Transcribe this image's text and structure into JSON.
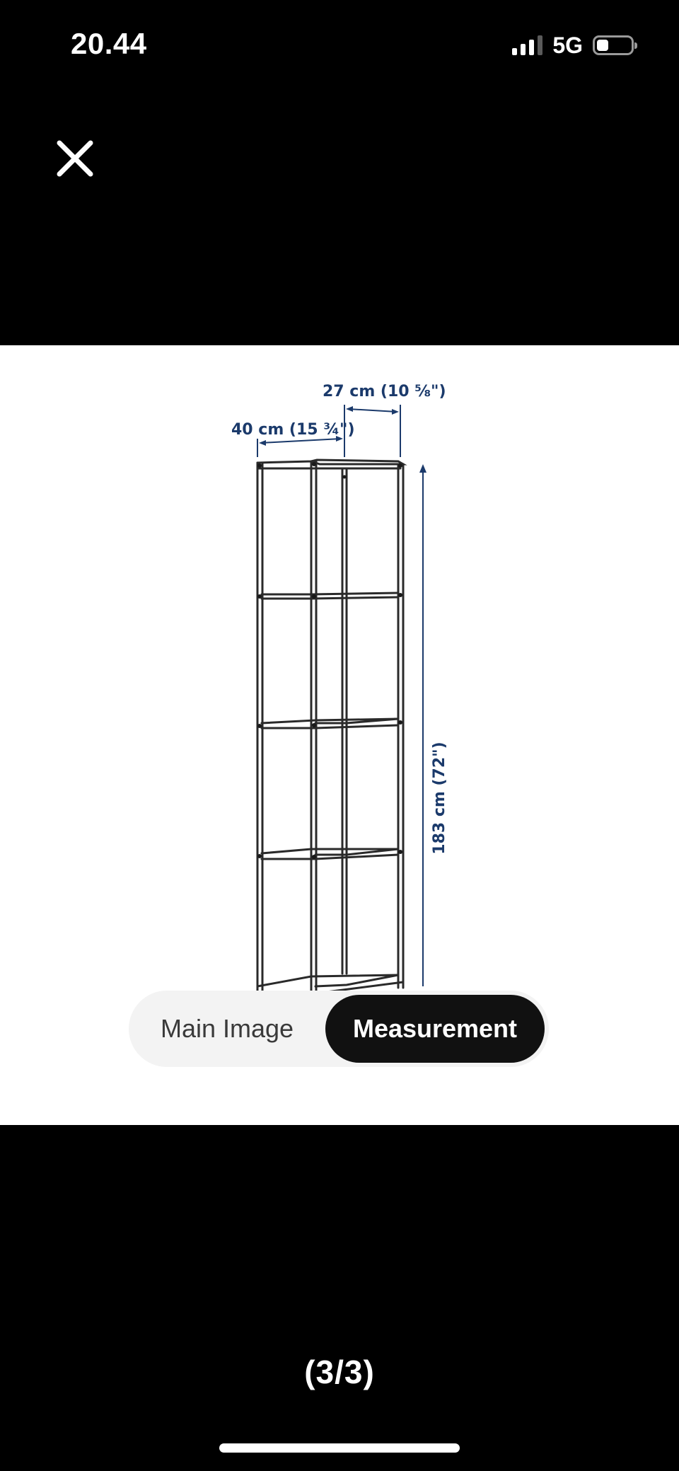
{
  "status_bar": {
    "time": "20.44",
    "network": "5G",
    "signal_bars": 4,
    "signal_bars_active": 3,
    "battery_level": 0.35
  },
  "icons": {
    "close": "close-icon",
    "signal": "cellular-signal-icon",
    "battery": "battery-icon"
  },
  "product_image": {
    "width_label": "40 cm (15 ¾\")",
    "depth_label": "27 cm (10 ⅝\")",
    "height_label": "183 cm (72\")"
  },
  "tabs": [
    {
      "label": "Main Image",
      "selected": false
    },
    {
      "label": "Measurement",
      "selected": true
    }
  ],
  "pager": {
    "label": "(3/3)"
  },
  "colors": {
    "dimension_text": "#1b3a6b",
    "selected_tab_bg": "#111111",
    "tab_track_bg": "#f3f3f3"
  }
}
